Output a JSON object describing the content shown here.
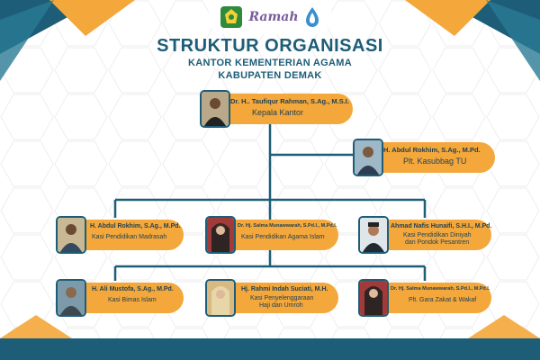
{
  "header": {
    "logo_text": "Ramah",
    "title": "STRUKTUR ORGANISASI",
    "subtitle_1": "KANTOR KEMENTERIAN AGAMA",
    "subtitle_2": "KABUPATEN DEMAK"
  },
  "colors": {
    "primary": "#1d5d78",
    "accent": "#f4a73a",
    "text": "#1d3f55"
  },
  "head": {
    "name": "Dr. H.. Taufiqur Rahman, S.Ag., M.S.I.",
    "role": "Kepala Kantor"
  },
  "secretary": {
    "name": "H. Abdul Rokhim, S.Ag., M.Pd.",
    "role": "Plt. Kasubbag TU"
  },
  "row1": [
    {
      "name": "H. Abdul Rokhim, S.Ag., M.Pd.",
      "role": "Kasi Pendidikan Madrasah"
    },
    {
      "name": "Dr. Hj. Salma Munawwarah, S.Pd.I., M.Pd.I.",
      "role": "Kasi Pendidikan Agama Islam"
    },
    {
      "name": "Ahmad Nafis Hunaifi, S.H.I., M.Pd.",
      "role": "Kasi Pendidikan Diniyah",
      "role2": "dan Pondok Pesantren"
    }
  ],
  "row2": [
    {
      "name": "H. Ali Mustofa, S.Ag., M.Pd.",
      "role": "Kasi Bimas Islam"
    },
    {
      "name": "Hj. Rahmi Indah Suciati, M.H.",
      "role": "Kasi Penyelenggaraan",
      "role2": "Haji dan Umroh"
    },
    {
      "name": "Dr. Hj. Salma Munawwarah, S.Pd.I., M.Pd.I.",
      "role": "Plt. Gara Zakat & Wakaf"
    }
  ],
  "icons": [
    "kemenag-logo-icon",
    "ramah-logo-icon",
    "water-drop-icon",
    "person-photo-icon"
  ]
}
